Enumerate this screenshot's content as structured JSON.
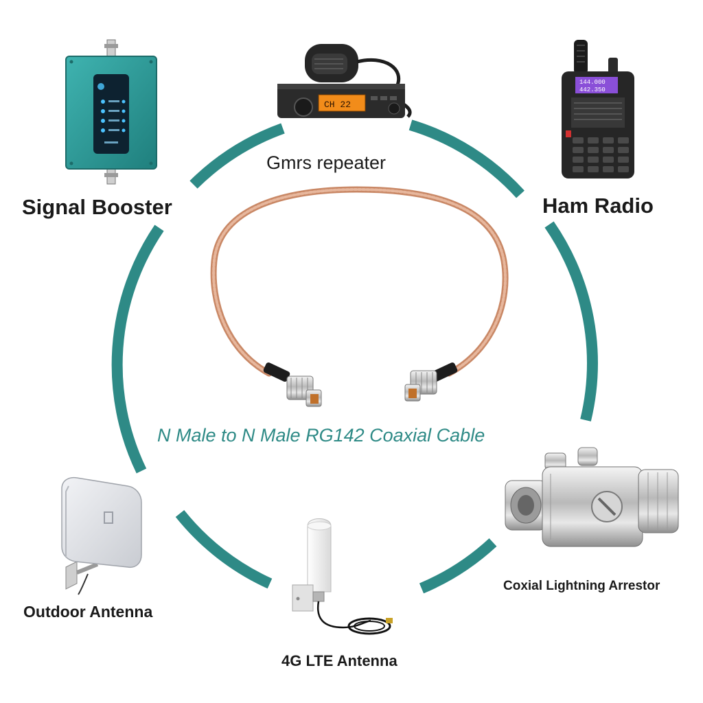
{
  "devices": {
    "signal_booster": {
      "label": "Signal Booster"
    },
    "gmrs_repeater": {
      "label": "Gmrs repeater",
      "display_text": "CH 22"
    },
    "ham_radio": {
      "label": "Ham Radio",
      "display_line1": "144.000",
      "display_line2": "442.350"
    },
    "outdoor_antenna": {
      "label": "Outdoor Antenna"
    },
    "lte_antenna": {
      "label": "4G LTE Antenna"
    },
    "lightning_arrestor": {
      "label": "Coxial Lightning Arrestor"
    }
  },
  "center": {
    "caption": "N Male to N Male RG142 Coaxial Cable"
  },
  "colors": {
    "ring": "#2e8a86",
    "caption": "#2e8a86",
    "label_text": "#1a1a1a",
    "cable": "#d49a7e",
    "booster_body": "#2a9d9b",
    "radio_body": "#2a2a2a",
    "antenna_panel": "#e6e8ec"
  }
}
